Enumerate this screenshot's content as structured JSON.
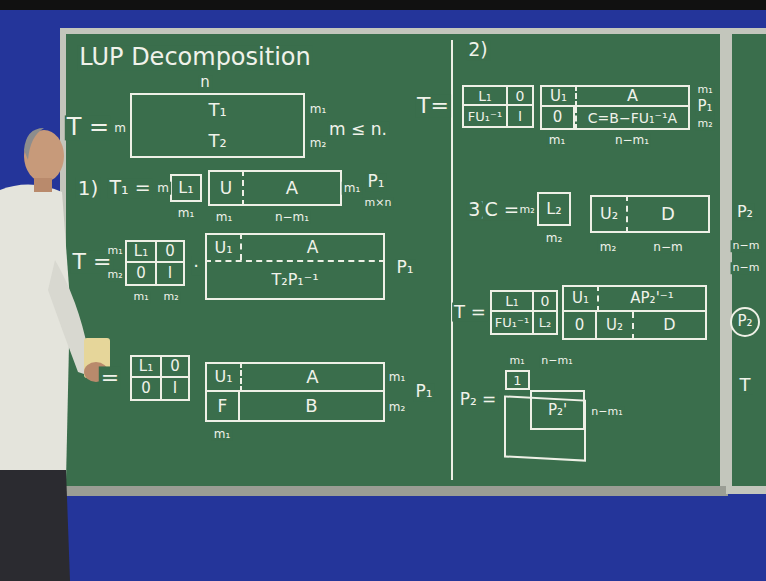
{
  "diagram": {
    "title": "LUP Decomposition",
    "nodes": [
      {
        "text": [
          "T₁"
        ]
      },
      {
        "text": [
          "T₂"
        ]
      },
      {
        "text": [
          "L₁"
        ]
      },
      {
        "text": [
          "U"
        ]
      },
      {
        "text": [
          "A"
        ]
      },
      {
        "text": [
          "L₁"
        ]
      },
      {
        "text": [
          "0"
        ]
      },
      {
        "text": [
          "0"
        ]
      },
      {
        "text": [
          "I"
        ]
      },
      {
        "text": [
          "U₁"
        ]
      },
      {
        "text": [
          "A"
        ]
      },
      {
        "text": [
          "T₂P₁⁻¹"
        ]
      },
      {
        "text": [
          "L₁"
        ]
      },
      {
        "text": [
          "0"
        ]
      },
      {
        "text": [
          "0"
        ]
      },
      {
        "text": [
          "I"
        ]
      },
      {
        "text": [
          "U₁"
        ]
      },
      {
        "text": [
          "A"
        ]
      },
      {
        "text": [
          "F"
        ]
      },
      {
        "text": [
          "B"
        ]
      },
      {
        "text": [
          "L₁"
        ]
      },
      {
        "text": [
          "0"
        ]
      },
      {
        "text": [
          "FU₁⁻¹"
        ]
      },
      {
        "text": [
          "I"
        ]
      },
      {
        "text": [
          "U₁"
        ]
      },
      {
        "text": [
          "A"
        ]
      },
      {
        "text": [
          "0"
        ]
      },
      {
        "text": [
          "C=B−FU₁⁻¹A"
        ]
      },
      {
        "text": [
          "L₂"
        ]
      },
      {
        "text": [
          "U₂"
        ]
      },
      {
        "text": [
          "D"
        ]
      },
      {
        "text": [
          "L₁"
        ]
      },
      {
        "text": [
          "0"
        ]
      },
      {
        "text": [
          "FU₁⁻¹"
        ]
      },
      {
        "text": [
          "L₂"
        ]
      },
      {
        "text": [
          "U₁"
        ]
      },
      {
        "text": [
          "AP₂'⁻¹"
        ]
      },
      {
        "text": [
          "0"
        ]
      },
      {
        "text": [
          "U₂"
        ]
      },
      {
        "text": [
          "D"
        ]
      },
      {
        "text": [
          "1"
        ]
      },
      {
        "text": [
          "P₂'"
        ]
      }
    ],
    "labels": [
      "T =",
      "n",
      "m",
      "m₁",
      "m₂",
      "m ≤ n.",
      "1)",
      "T₁ =",
      "m",
      "m₁",
      "m₁",
      "n−m₁",
      "m₁",
      "P₁",
      "m×n",
      "T =",
      "m₁",
      "m₂",
      "m₁",
      "m₂",
      "·",
      "P₁",
      "=",
      "m₁",
      "m₁",
      "m₂",
      "P₁",
      "2)",
      "T=",
      "m₁",
      "n−m₁",
      "m₁",
      "m₂",
      "P₁",
      "3)",
      "C =",
      "m₂",
      "m₂",
      "m₂",
      "n−m",
      "T =",
      "P₂ =",
      "m₁",
      "n−m₁",
      "n−m₁",
      "P₂",
      "n−m",
      "n−m",
      "P₂",
      "T"
    ]
  }
}
